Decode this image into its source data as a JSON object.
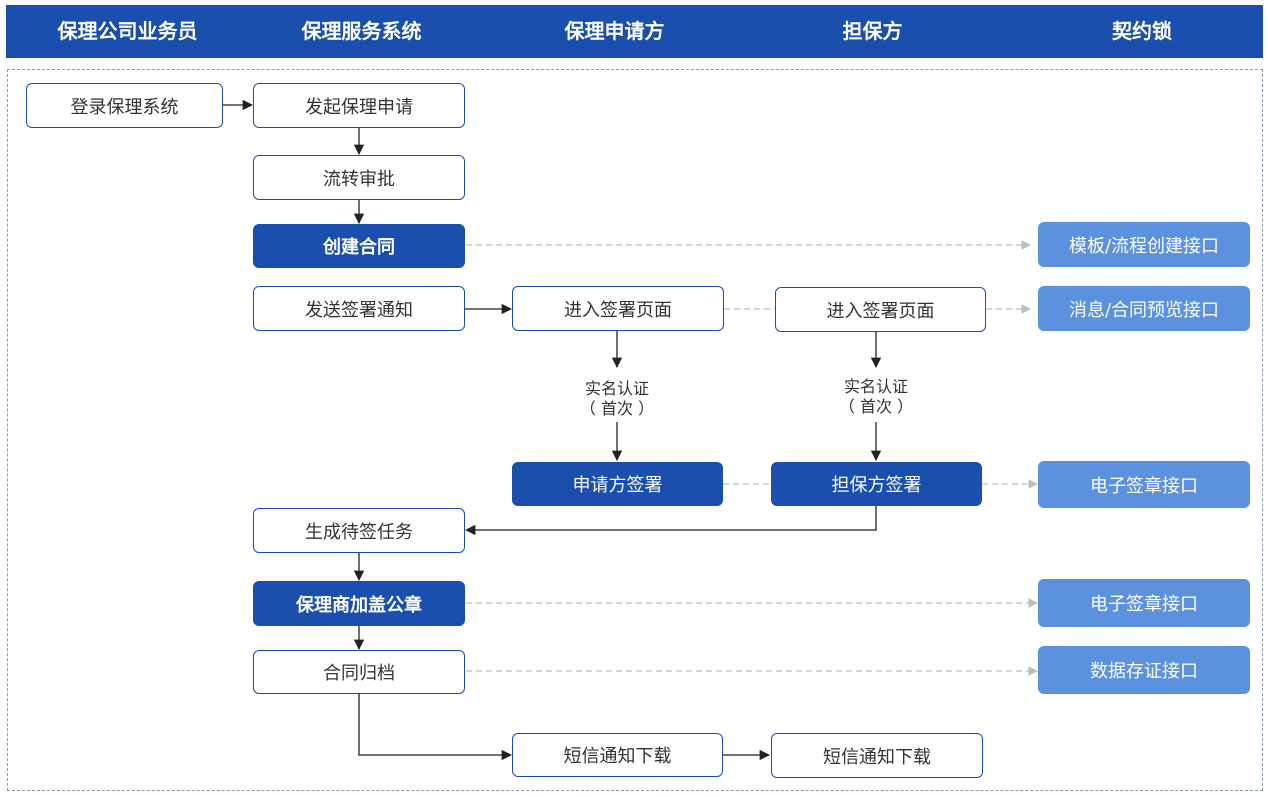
{
  "lanes": [
    "保理公司业务员",
    "保理服务系统",
    "保理申请方",
    "担保方",
    "契约锁"
  ],
  "nodes": {
    "login": "登录保理系统",
    "initiate": "发起保理申请",
    "approve": "流转审批",
    "create_contract": "创建合同",
    "send_notice": "发送签署通知",
    "applicant_enter": "进入签署页面",
    "guarantor_enter": "进入签署页面",
    "applicant_sign": "申请方签署",
    "guarantor_sign": "担保方签署",
    "gen_task": "生成待签任务",
    "factor_seal": "保理商加盖公章",
    "archive": "合同归档",
    "applicant_sms": "短信通知下载",
    "guarantor_sms": "短信通知下载"
  },
  "apis": {
    "template": "模板/流程创建接口",
    "message": "消息/合同预览接口",
    "seal1": "电子签章接口",
    "seal2": "电子签章接口",
    "evidence": "数据存证接口"
  },
  "auth_labels": {
    "applicant": {
      "line1": "实名认证",
      "line2": "（ 首次 ）"
    },
    "guarantor": {
      "line1": "实名认证",
      "line2": "（ 首次 ）"
    }
  },
  "colors": {
    "primary": "#1a4fad",
    "api": "#5b91df",
    "dashed": "#bdbdbd"
  }
}
